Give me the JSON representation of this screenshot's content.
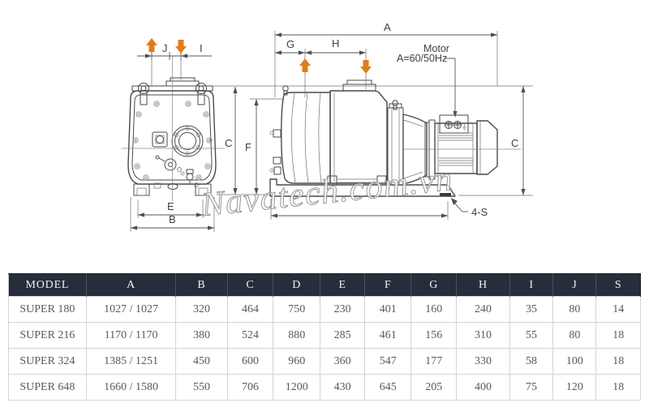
{
  "theme": {
    "accent": "#e07d1a",
    "line": "#4a4a4a",
    "header-bg": "#262e3b",
    "header-text": "#f3f3f3",
    "body-text": "#5a5a5a",
    "grid": "#d4d4d4"
  },
  "drawing": {
    "watermark": "Navatech.com.vn",
    "labels": {
      "A": "A",
      "B": "B",
      "C": "C",
      "E": "E",
      "F": "F",
      "G": "G",
      "H": "H",
      "I": "I",
      "J": "J"
    },
    "motor_note": {
      "line1": "Motor",
      "line2": "A=60/50Hz"
    },
    "base_slot_label": "4-S"
  },
  "table": {
    "headers": [
      "MODEL",
      "A",
      "B",
      "C",
      "D",
      "E",
      "F",
      "G",
      "H",
      "I",
      "J",
      "S"
    ],
    "rows": [
      [
        "SUPER 180",
        "1027 / 1027",
        "320",
        "464",
        "750",
        "230",
        "401",
        "160",
        "240",
        "35",
        "80",
        "14"
      ],
      [
        "SUPER 216",
        "1170 / 1170",
        "380",
        "524",
        "880",
        "285",
        "461",
        "156",
        "310",
        "55",
        "80",
        "18"
      ],
      [
        "SUPER 324",
        "1385 / 1251",
        "450",
        "600",
        "960",
        "360",
        "547",
        "177",
        "330",
        "58",
        "100",
        "18"
      ],
      [
        "SUPER 648",
        "1660 / 1580",
        "550",
        "706",
        "1200",
        "430",
        "645",
        "205",
        "400",
        "75",
        "120",
        "18"
      ]
    ]
  }
}
